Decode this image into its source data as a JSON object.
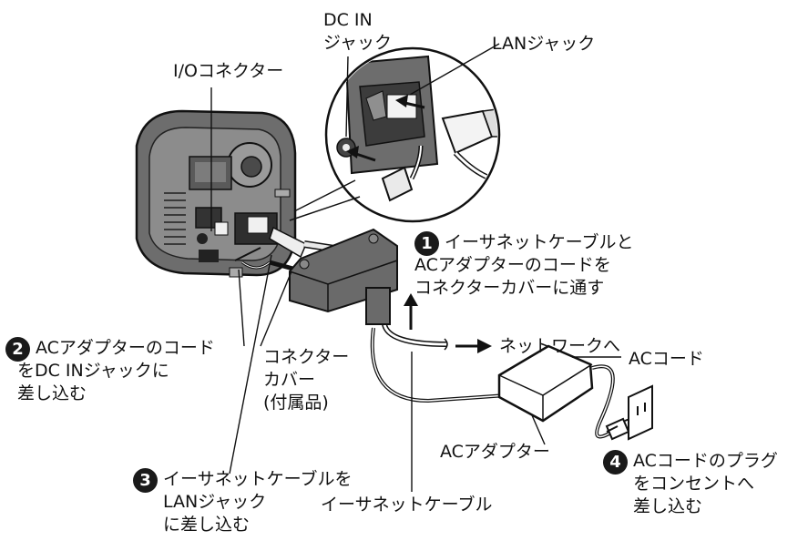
{
  "labels": {
    "dc_in_jack": [
      "DC IN",
      "ジャック"
    ],
    "lan_jack": "LANジャック",
    "io_connector": "I/Oコネクター",
    "to_network": "ネットワークへ",
    "ac_cord": "ACコード",
    "connector_cover": [
      "コネクター",
      "カバー",
      "(付属品)"
    ],
    "ac_adapter": "ACアダプター",
    "ethernet_cable": "イーサネットケーブル"
  },
  "steps": [
    {
      "number": "1",
      "lines": [
        "イーサネットケーブルと",
        "ACアダプターのコードを",
        "コネクターカバーに通す"
      ]
    },
    {
      "number": "2",
      "lines": [
        "ACアダプターのコード",
        "をDC INジャックに",
        "差し込む"
      ]
    },
    {
      "number": "3",
      "lines": [
        "イーサネットケーブルを",
        "LANジャック",
        "に差し込む"
      ]
    },
    {
      "number": "4",
      "lines": [
        "ACコードのプラグ",
        "をコンセントへ",
        "差し込む"
      ]
    }
  ]
}
